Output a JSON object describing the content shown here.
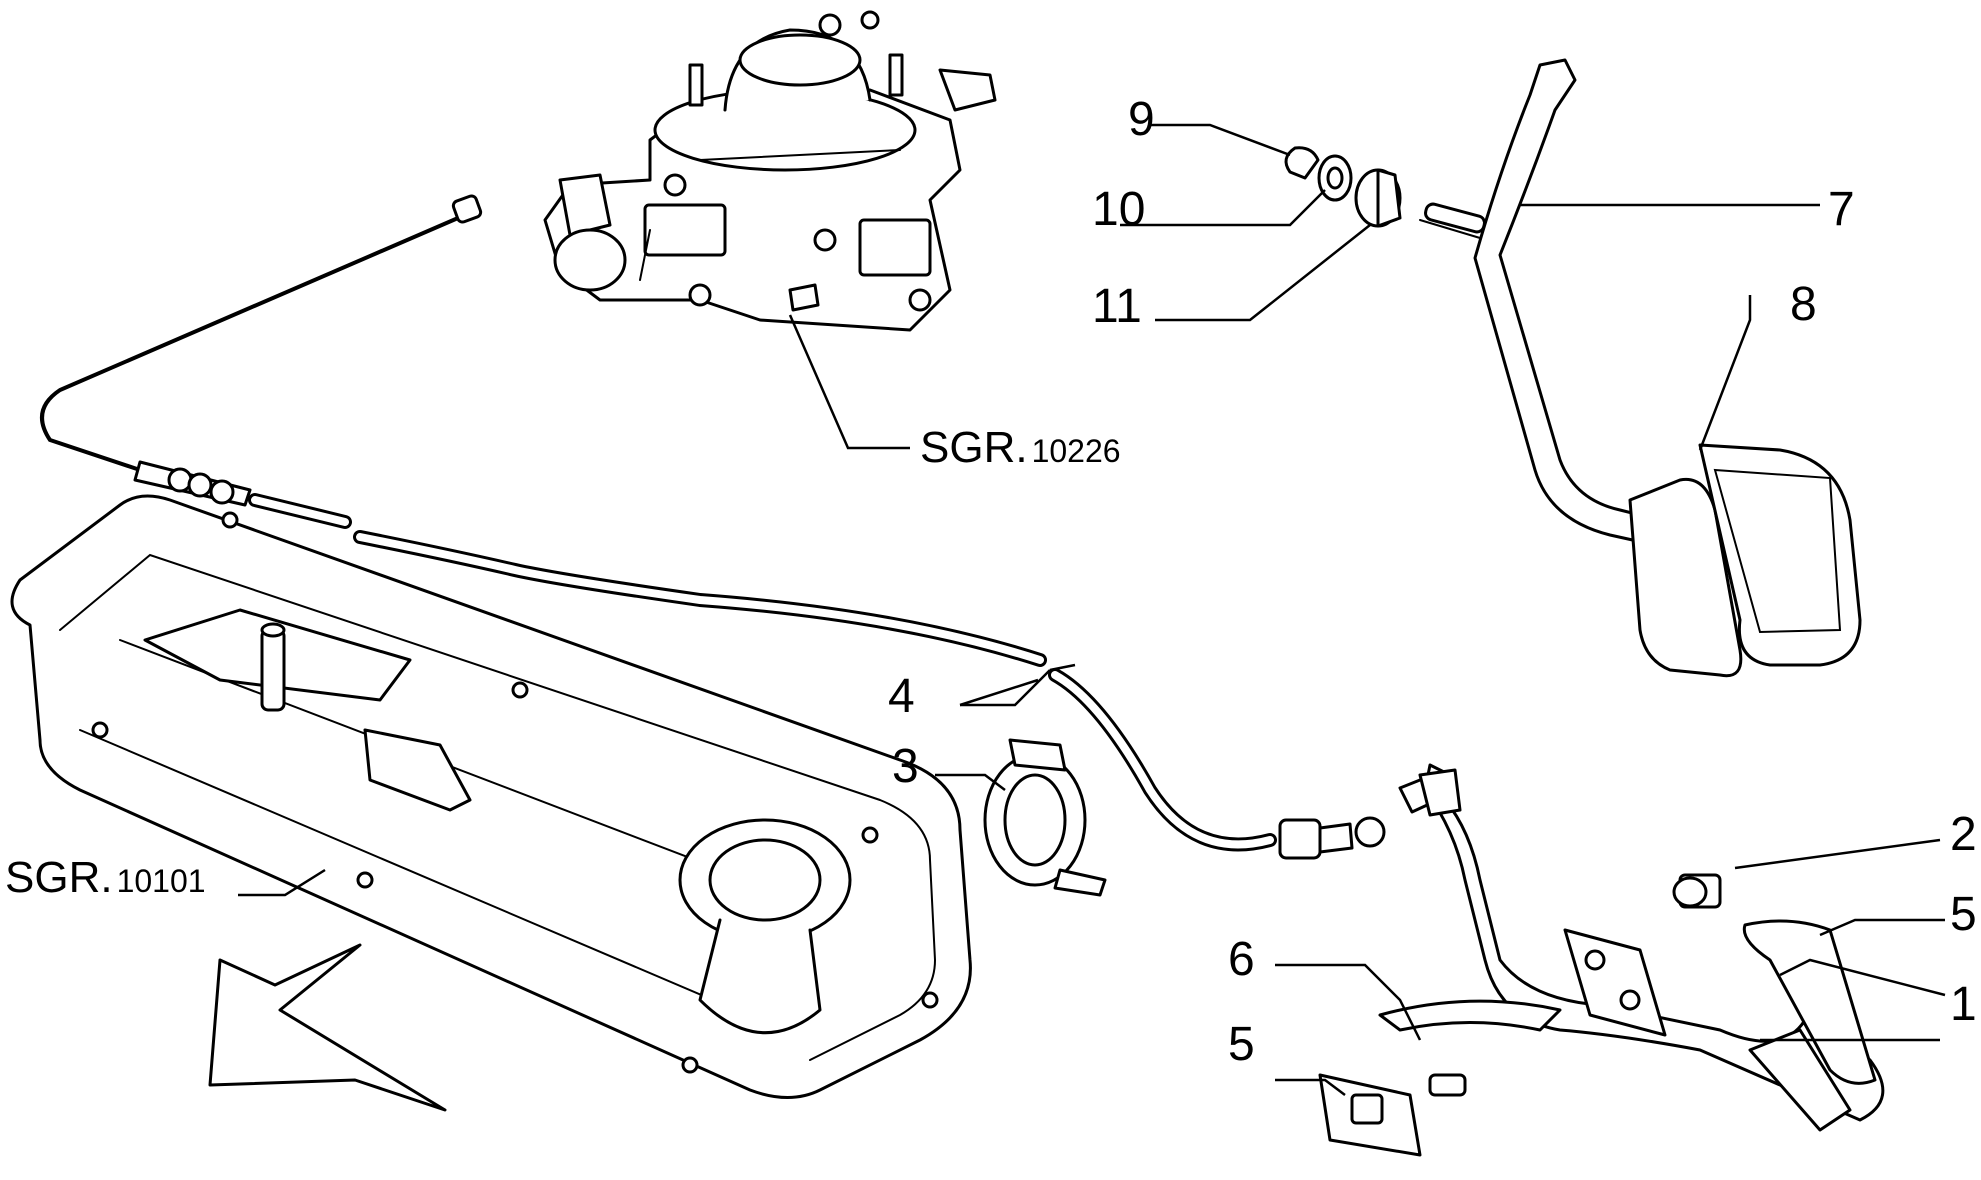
{
  "callouts": {
    "c1": "1",
    "c2": "2",
    "c3": "3",
    "c4": "4",
    "c5a": "5",
    "c5b": "5",
    "c6": "6",
    "c7": "7",
    "c8": "8",
    "c9": "9",
    "c10": "10",
    "c11": "11"
  },
  "references": {
    "carburetor": {
      "prefix": "SGR.",
      "code": "10226"
    },
    "valve_cover": {
      "prefix": "SGR.",
      "code": "10101"
    }
  }
}
